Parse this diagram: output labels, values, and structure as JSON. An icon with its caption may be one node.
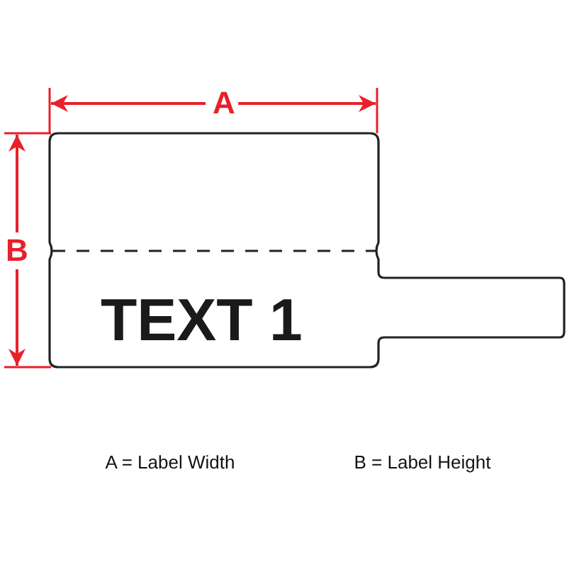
{
  "diagram": {
    "nodes": [
      {
        "text": [
          "TEXT 1"
        ]
      }
    ],
    "labels": [
      "A",
      "B",
      "A = Label Width",
      "B = Label Height"
    ]
  }
}
